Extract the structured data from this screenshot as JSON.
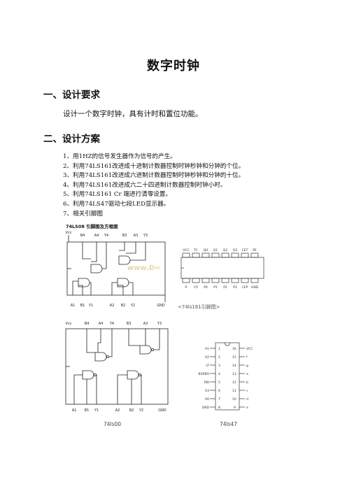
{
  "doc": {
    "title": "数字时钟",
    "section1": {
      "heading": "一、设计要求",
      "text": "设计一个数字时钟，具有计时和置位功能。"
    },
    "section2": {
      "heading": "二、设计方案",
      "items": [
        "1、用1HZ的信号发生器作为信号的产生。",
        "2、利用74LS161改进成十进制计数器控制时钟秒钟和分钟的个位。",
        "3、利用74LS161改进成六进制计数器控制时钟秒钟和分钟的十位。",
        "4、利用74LS161改进成六二十四进制计数器控制时钟小时。",
        "5、利用74LS161 Cr 端进行清零设置。",
        "6、利用74LS47驱动七段LED显示器。",
        "7、相关引脚图"
      ]
    }
  },
  "figures": {
    "fig1_title": "74LS08 引脚图及方框图",
    "fig1_pins_top": [
      "Vcc",
      "B4",
      "A4",
      "Y4",
      "B3",
      "A3",
      "Y3"
    ],
    "fig1_pins_bottom": [
      "A1",
      "B1",
      "Y1",
      "A2",
      "B2",
      "Y2",
      "GND"
    ],
    "fig1_watermark": "www.D≈",
    "fig2_caption": "<74ls161引脚图>",
    "fig2_top": [
      "VCC",
      "TC",
      "Q0",
      "Q1",
      "Q2",
      "Q3",
      "CET",
      "PE"
    ],
    "fig2_bottom": [
      "R",
      "CP",
      "P0",
      "P1",
      "P2",
      "P3",
      "CEP",
      "GND"
    ],
    "fig3_caption": "74ls00",
    "fig3_pins_top": [
      "Vcc",
      "B4",
      "A4",
      "Y4",
      "B3",
      "A3",
      "Y3"
    ],
    "fig3_pins_bottom": [
      "A1",
      "B1",
      "Y1",
      "A2",
      "B2",
      "Y2",
      "GND"
    ],
    "fig4_caption": "74ls47",
    "fig4_left": [
      "A1",
      "A2",
      "LT",
      "BI/RBO",
      "RBI",
      "A3",
      "A0",
      "GND"
    ],
    "fig4_right": [
      "VCC",
      "f",
      "g",
      "a",
      "b",
      "c",
      "d",
      "e"
    ]
  }
}
